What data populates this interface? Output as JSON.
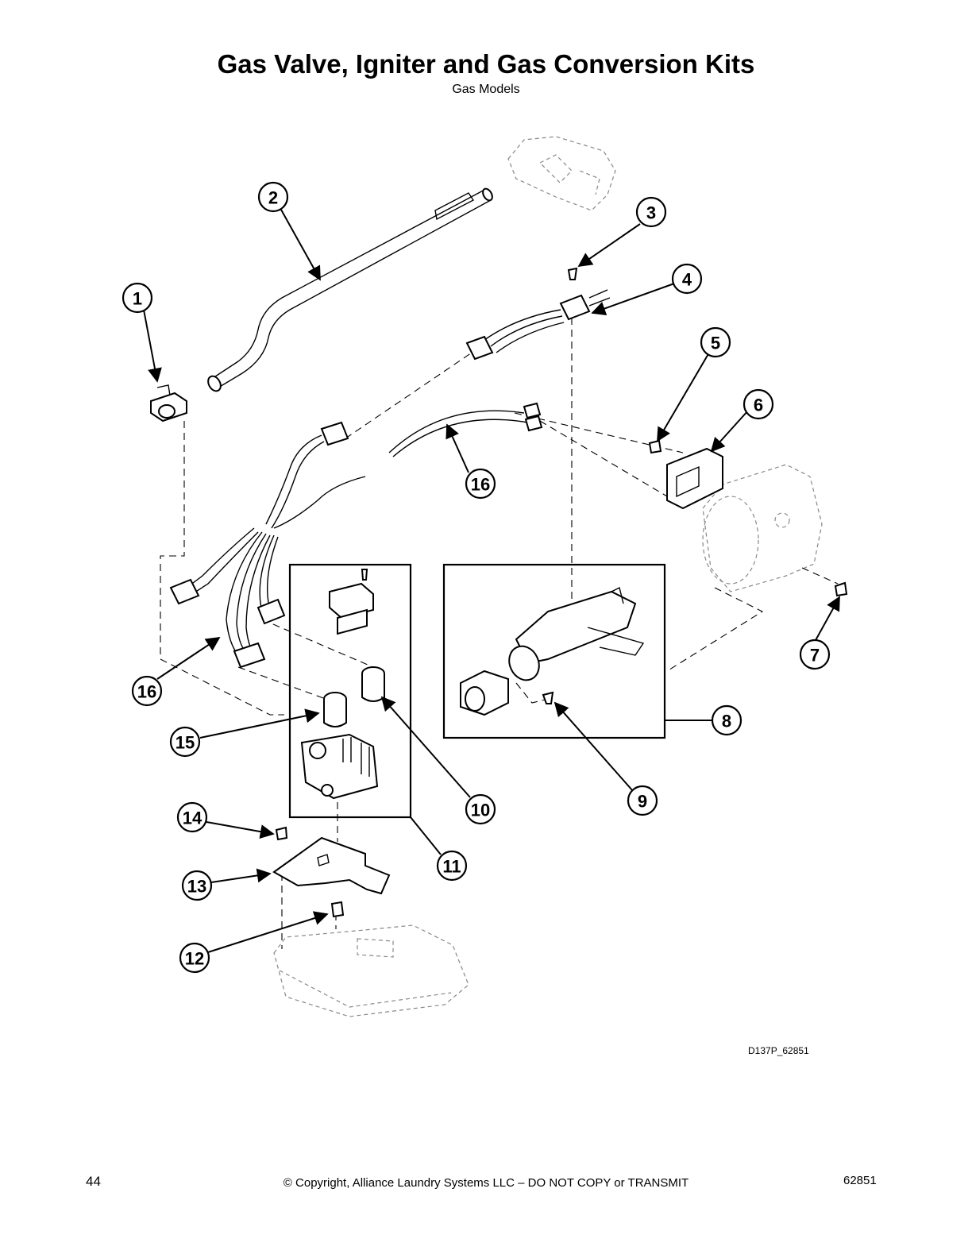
{
  "header": {
    "title": "Gas Valve, Igniter and Gas Conversion Kits",
    "subtitle": "Gas Models"
  },
  "diagram": {
    "callouts": [
      "1",
      "2",
      "3",
      "4",
      "5",
      "6",
      "7",
      "8",
      "9",
      "10",
      "11",
      "12",
      "13",
      "14",
      "15",
      "16",
      "16"
    ],
    "drawing_code": "D137P_62851"
  },
  "footer": {
    "page_number": "44",
    "copyright": "© Copyright, Alliance Laundry Systems LLC – DO NOT COPY or TRANSMIT",
    "document_number": "62851"
  }
}
